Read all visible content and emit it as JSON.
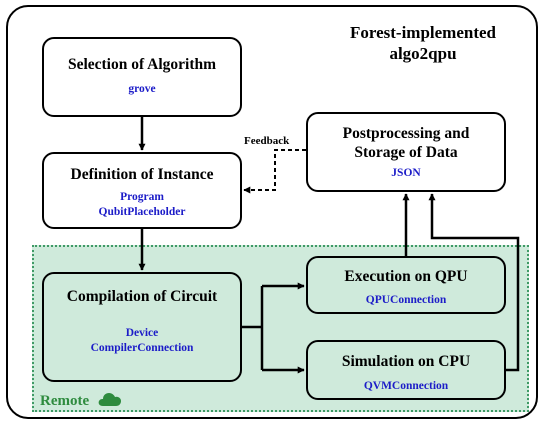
{
  "title": {
    "line1": "Forest-implemented",
    "line2": "algo2qpu"
  },
  "boxes": {
    "selection": {
      "title": "Selection of Algorithm",
      "sub1": "grove"
    },
    "definition": {
      "title": "Definition of Instance",
      "sub1": "Program",
      "sub2": "QubitPlaceholder"
    },
    "compilation": {
      "title": "Compilation of Circuit",
      "sub1": "Device",
      "sub2": "CompilerConnection"
    },
    "execution": {
      "title": "Execution on QPU",
      "sub1": "QPUConnection"
    },
    "simulation": {
      "title": "Simulation on CPU",
      "sub1": "QVMConnection"
    },
    "postprocessing": {
      "title1": "Postprocessing and",
      "title2": "Storage of Data",
      "sub1": "JSON"
    }
  },
  "feedback_label": "Feedback",
  "remote": {
    "label": "Remote",
    "icon": "cloud-icon"
  },
  "colors": {
    "remote_bg": "#cfeadb",
    "remote_text": "#2e8b3e",
    "class_text": "#1c1cc8"
  }
}
